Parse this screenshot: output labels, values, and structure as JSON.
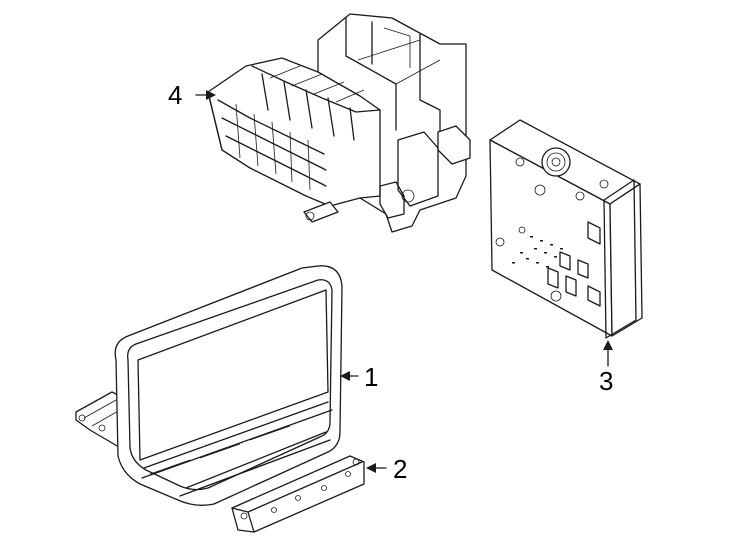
{
  "callouts": [
    {
      "label": "1",
      "part": "display-unit"
    },
    {
      "label": "2",
      "part": "trim-strip"
    },
    {
      "label": "3",
      "part": "control-module"
    },
    {
      "label": "4",
      "part": "mounting-bracket"
    }
  ],
  "colors": {
    "line": "#1a1a1a",
    "background": "#ffffff"
  }
}
